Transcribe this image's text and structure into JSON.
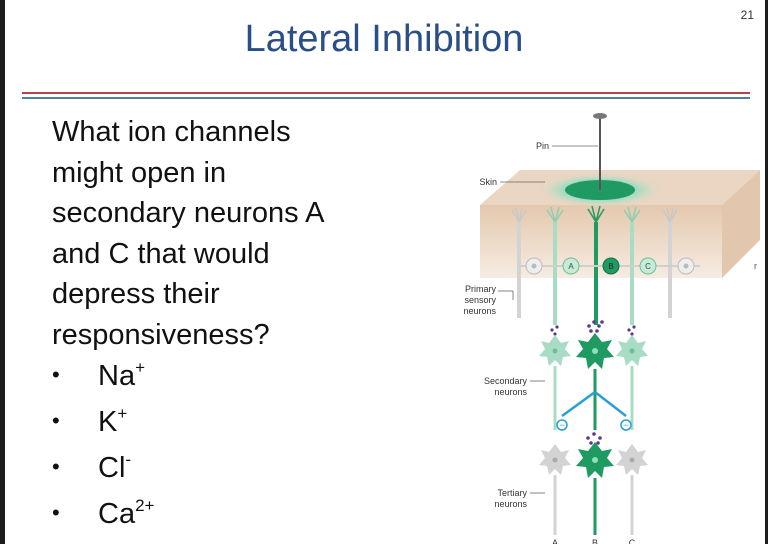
{
  "slide": {
    "number": "21",
    "title": "Lateral Inhibition"
  },
  "question": {
    "lines": [
      "What ion channels",
      "might open in",
      "secondary neurons A",
      "and C that would",
      "depress their",
      "responsiveness?"
    ]
  },
  "options": [
    {
      "base": "Na",
      "sup": "+"
    },
    {
      "base": "K",
      "sup": "+"
    },
    {
      "base": "Cl",
      "sup": "-"
    },
    {
      "base": "Ca",
      "sup": "2+"
    }
  ],
  "figure": {
    "labels": {
      "pin": "Pin",
      "skin": "Skin",
      "primary_1": "Primary",
      "primary_2": "sensory",
      "primary_3": "neurons",
      "secondary_1": "Secondary",
      "secondary_2": "neurons",
      "tertiary_1": "Tertiary",
      "tertiary_2": "neurons"
    },
    "neuron_letters": {
      "a": "A",
      "b": "B",
      "c": "C"
    },
    "bottom_letters": {
      "a": "A",
      "b": "B",
      "c": "C"
    },
    "stray_mark": "r",
    "inhibit_symbol": "−",
    "colors": {
      "primary_green": "#1f9a63",
      "light_green": "#a9dcc4",
      "gray_neuron": "#d3d3d3",
      "inhibit_blue": "#2a9fd6",
      "skin": "#ead8c6"
    }
  }
}
